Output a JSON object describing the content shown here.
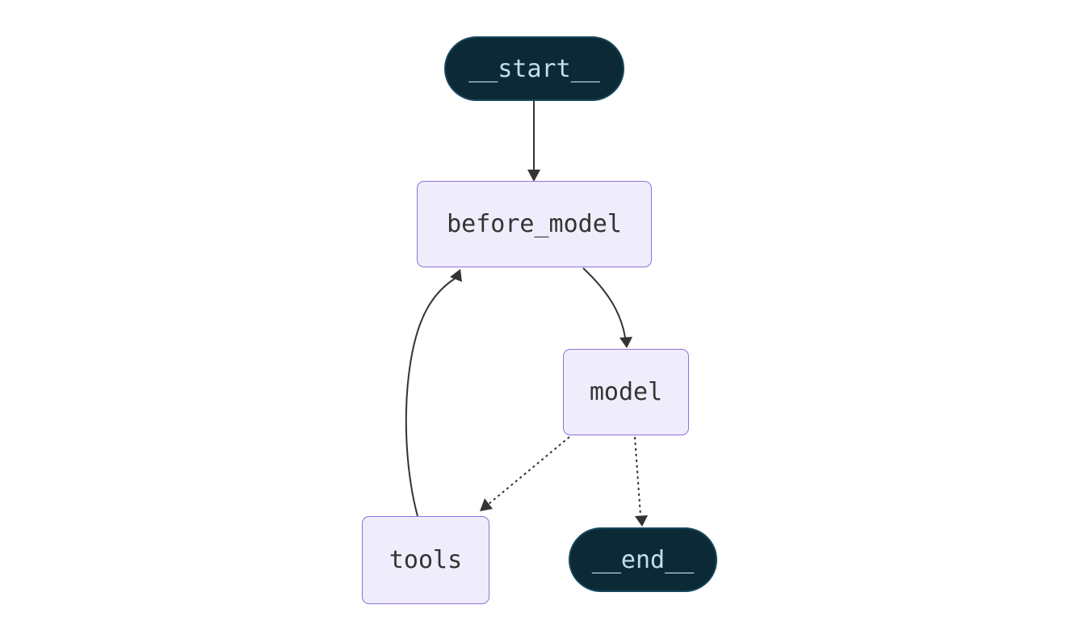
{
  "diagram": {
    "type": "flowchart",
    "background_color": "#ffffff",
    "edge_color": "#333333",
    "nodes": [
      {
        "id": "start",
        "label": "__start__",
        "shape": "pill",
        "fill": "#0c2a36",
        "border": "#17465d",
        "text_color": "#bfe0f2"
      },
      {
        "id": "before_model",
        "label": "before_model",
        "shape": "rectangle",
        "fill": "#efecfb",
        "border": "#9370db",
        "text_color": "#333333"
      },
      {
        "id": "model",
        "label": "model",
        "shape": "rectangle",
        "fill": "#efecfb",
        "border": "#9370db",
        "text_color": "#333333"
      },
      {
        "id": "tools",
        "label": "tools",
        "shape": "rectangle",
        "fill": "#efecfb",
        "border": "#9370db",
        "text_color": "#333333"
      },
      {
        "id": "end",
        "label": "__end__",
        "shape": "pill",
        "fill": "#0c2a36",
        "border": "#17465d",
        "text_color": "#bfe0f2"
      }
    ],
    "edges": [
      {
        "from": "start",
        "to": "before_model",
        "style": "solid"
      },
      {
        "from": "before_model",
        "to": "model",
        "style": "solid"
      },
      {
        "from": "tools",
        "to": "before_model",
        "style": "solid"
      },
      {
        "from": "model",
        "to": "tools",
        "style": "dashed"
      },
      {
        "from": "model",
        "to": "end",
        "style": "dashed"
      }
    ]
  }
}
